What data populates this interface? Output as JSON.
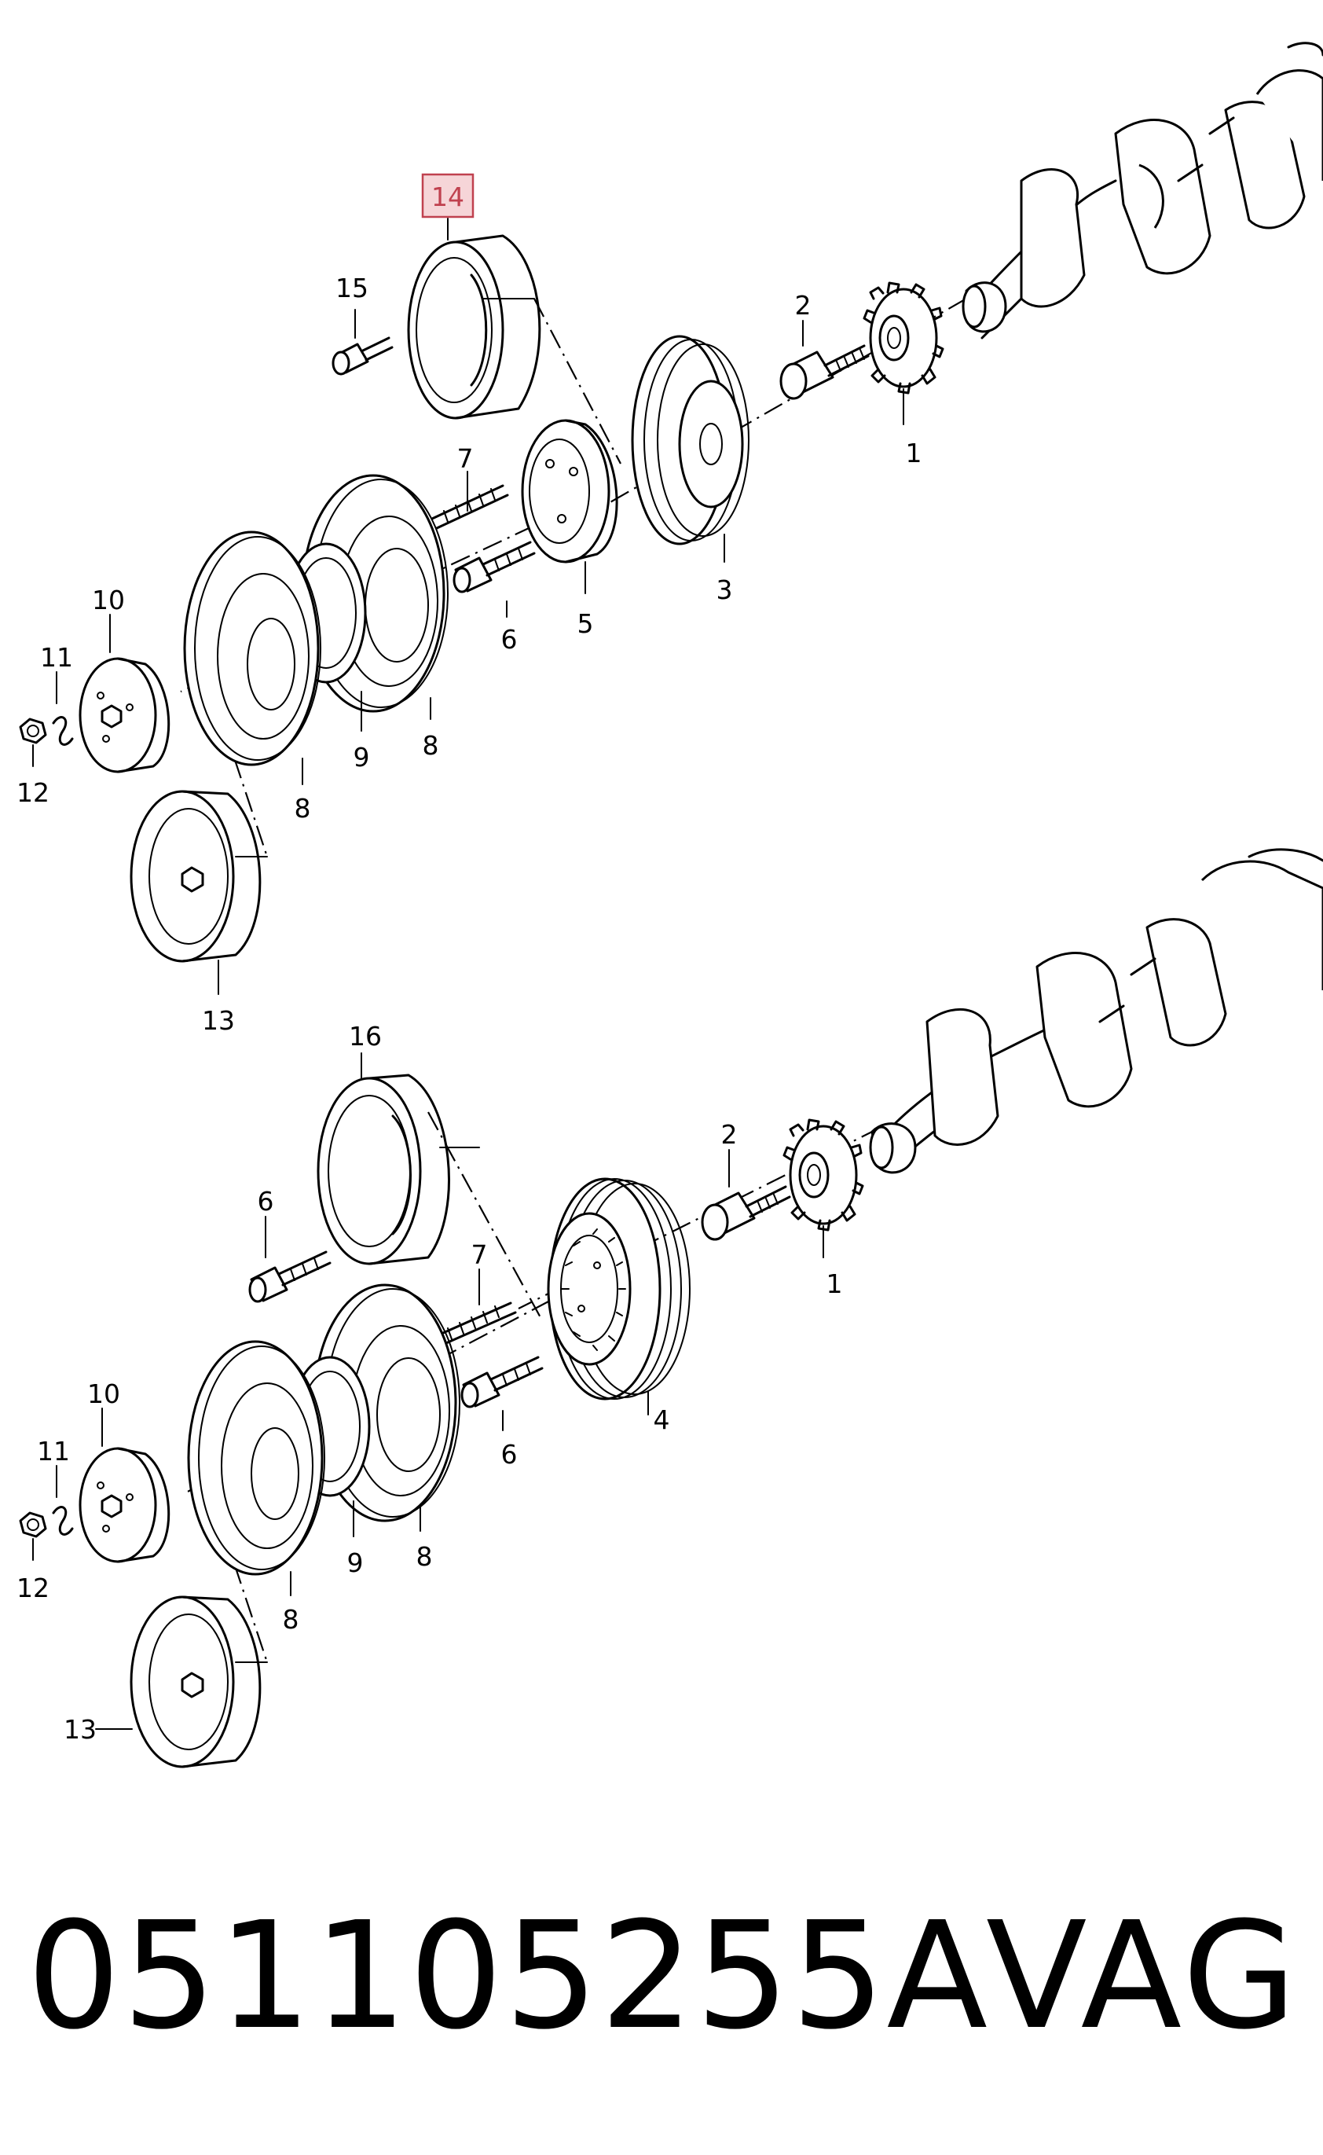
{
  "diagram": {
    "upper_assembly": {
      "highlighted_callout": "14",
      "callouts": [
        "15",
        "2",
        "1",
        "7",
        "5",
        "3",
        "6",
        "10",
        "11",
        "12",
        "8",
        "9",
        "8",
        "13"
      ]
    },
    "lower_assembly": {
      "callouts": [
        "16",
        "2",
        "1",
        "6",
        "7",
        "4",
        "6",
        "10",
        "11",
        "12",
        "8",
        "9",
        "8",
        "13"
      ]
    },
    "highlight_color": "#c0414f"
  },
  "footer": {
    "part_number": "051105255A",
    "brand": "VAG"
  }
}
